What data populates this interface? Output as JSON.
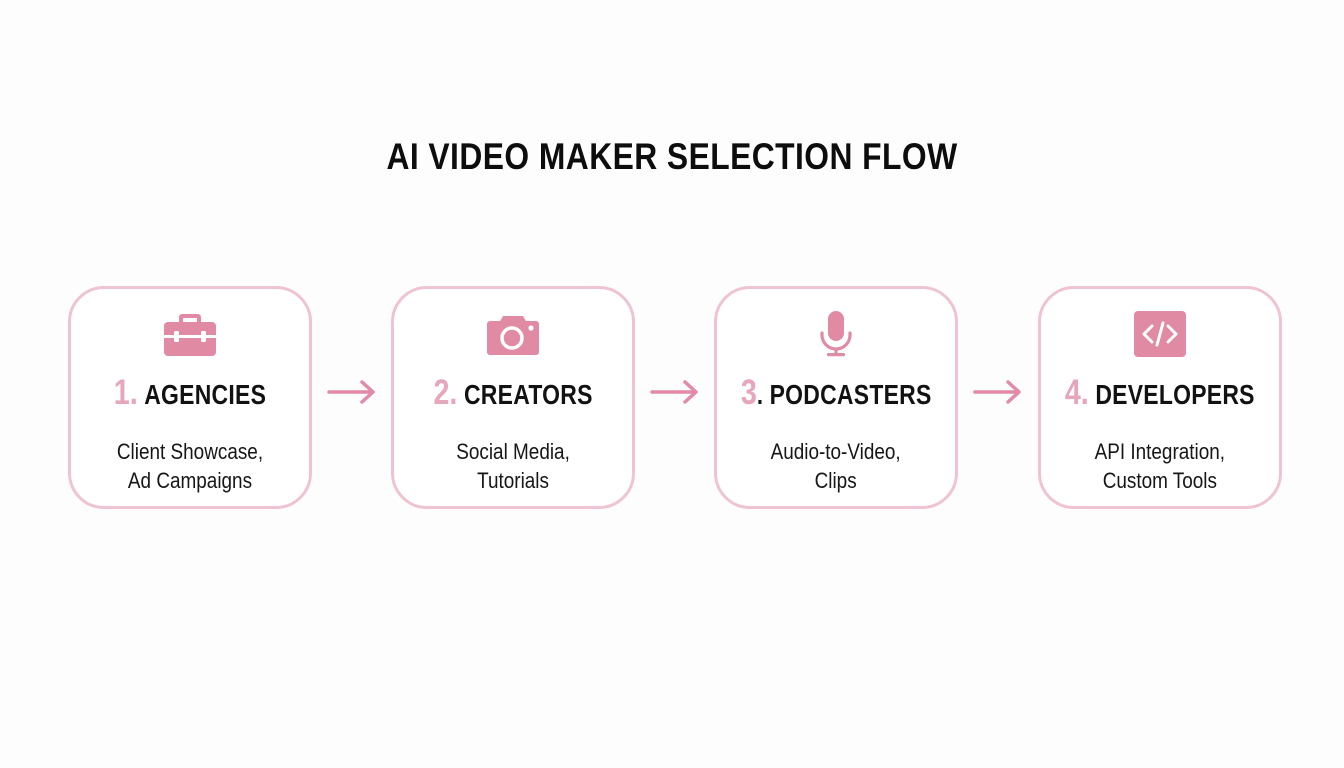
{
  "title": "AI VIDEO MAKER SELECTION FLOW",
  "colors": {
    "background": "#fdfdfd",
    "card_border": "#efc4d1",
    "icon_fill": "#e08aa4",
    "number_color": "#e6a6bb",
    "arrow_color": "#e28aa6",
    "text": "#121212"
  },
  "steps": [
    {
      "number": "1",
      "label": "AGENCIES",
      "icon": "briefcase-icon",
      "description": [
        "Client Showcase,",
        "Ad Campaigns"
      ]
    },
    {
      "number": "2",
      "label": "CREATORS",
      "icon": "camera-icon",
      "description": [
        "Social Media,",
        "Tutorials"
      ]
    },
    {
      "number": "3",
      "label": "PODCASTERS",
      "icon": "microphone-icon",
      "description": [
        "Audio-to-Video,",
        "Clips"
      ]
    },
    {
      "number": "4",
      "label": "DEVELOPERS",
      "icon": "code-icon",
      "description": [
        "API Integration,",
        "Custom Tools"
      ]
    }
  ],
  "connectors": [
    "arrow-right-icon",
    "arrow-right-icon",
    "arrow-right-icon"
  ]
}
